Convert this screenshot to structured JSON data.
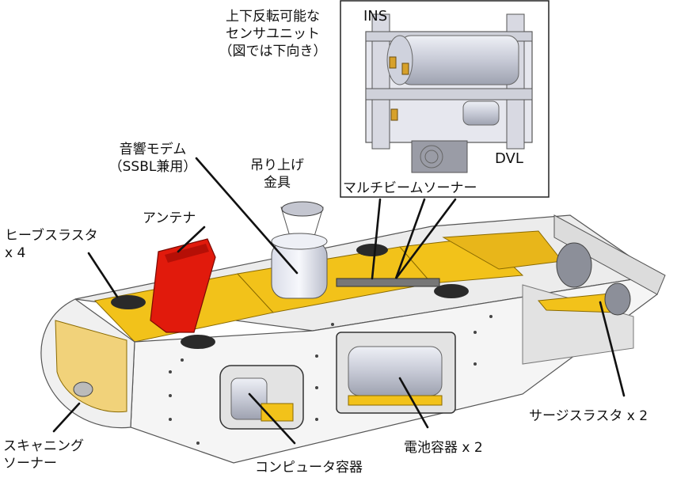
{
  "labels": {
    "sensor_unit": [
      "上下反転可能な",
      "センサユニット",
      "（図では下向き）"
    ],
    "ins": "INS",
    "dvl": "DVL",
    "multibeam": "マルチビームソーナー",
    "modem": [
      "音響モデム",
      "（SSBL兼用）"
    ],
    "lifting": [
      "吊り上げ",
      "金具"
    ],
    "antenna": "アンテナ",
    "heave": [
      "ヒーブスラスタ",
      "x 4"
    ],
    "surge": "サージスラスタ x 2",
    "scanning": [
      "スキャニング",
      "ソーナー"
    ],
    "battery": "電池容器 x 2",
    "computer": "コンピュータ容器"
  },
  "colors": {
    "yellow": "#f2c21a",
    "red": "#e11a0c",
    "hull": "#f3f3f3",
    "edge": "#555555",
    "steel": "#c9ccd6"
  }
}
